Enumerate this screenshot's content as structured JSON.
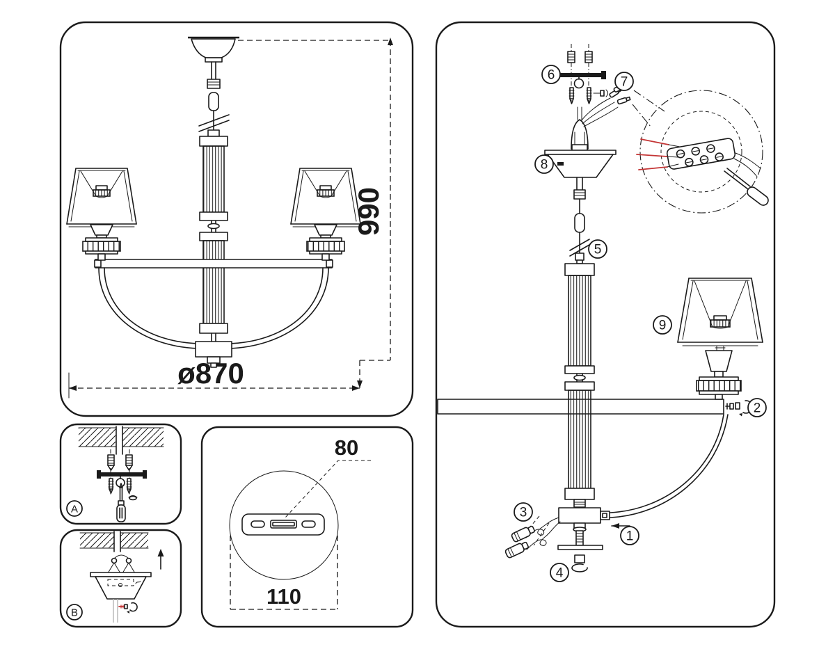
{
  "colors": {
    "line": "#1a1a1a",
    "accent_red": "#c43535",
    "background": "#ffffff"
  },
  "overview": {
    "diameter_label": "ø870",
    "height_label": "990"
  },
  "bracket_detail": {
    "slot_width_label": "80",
    "bracket_width_label": "110"
  },
  "install_panels": {
    "ceiling_fix_label": "A",
    "canopy_fix_label": "B"
  },
  "steps": {
    "step1": "1",
    "step2": "2",
    "step3": "3",
    "step4": "4",
    "step5": "5",
    "step6": "6",
    "step7": "7",
    "step8": "8",
    "step9": "9"
  }
}
